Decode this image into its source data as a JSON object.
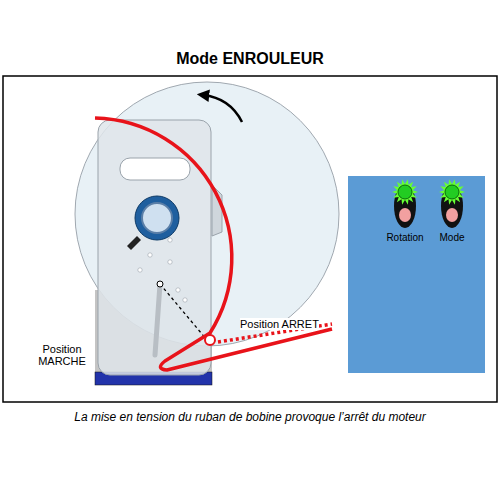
{
  "diagram": {
    "title": "Mode ENROULEUR",
    "caption": "La mise en tension du ruban de bobine provoque l’arrêt du moteur",
    "nodes": [
      {
        "text": [
          "Rotation"
        ]
      },
      {
        "text": [
          "Mode"
        ]
      }
    ],
    "labels": [
      "Position ARRET",
      "Position MARCHE"
    ]
  }
}
